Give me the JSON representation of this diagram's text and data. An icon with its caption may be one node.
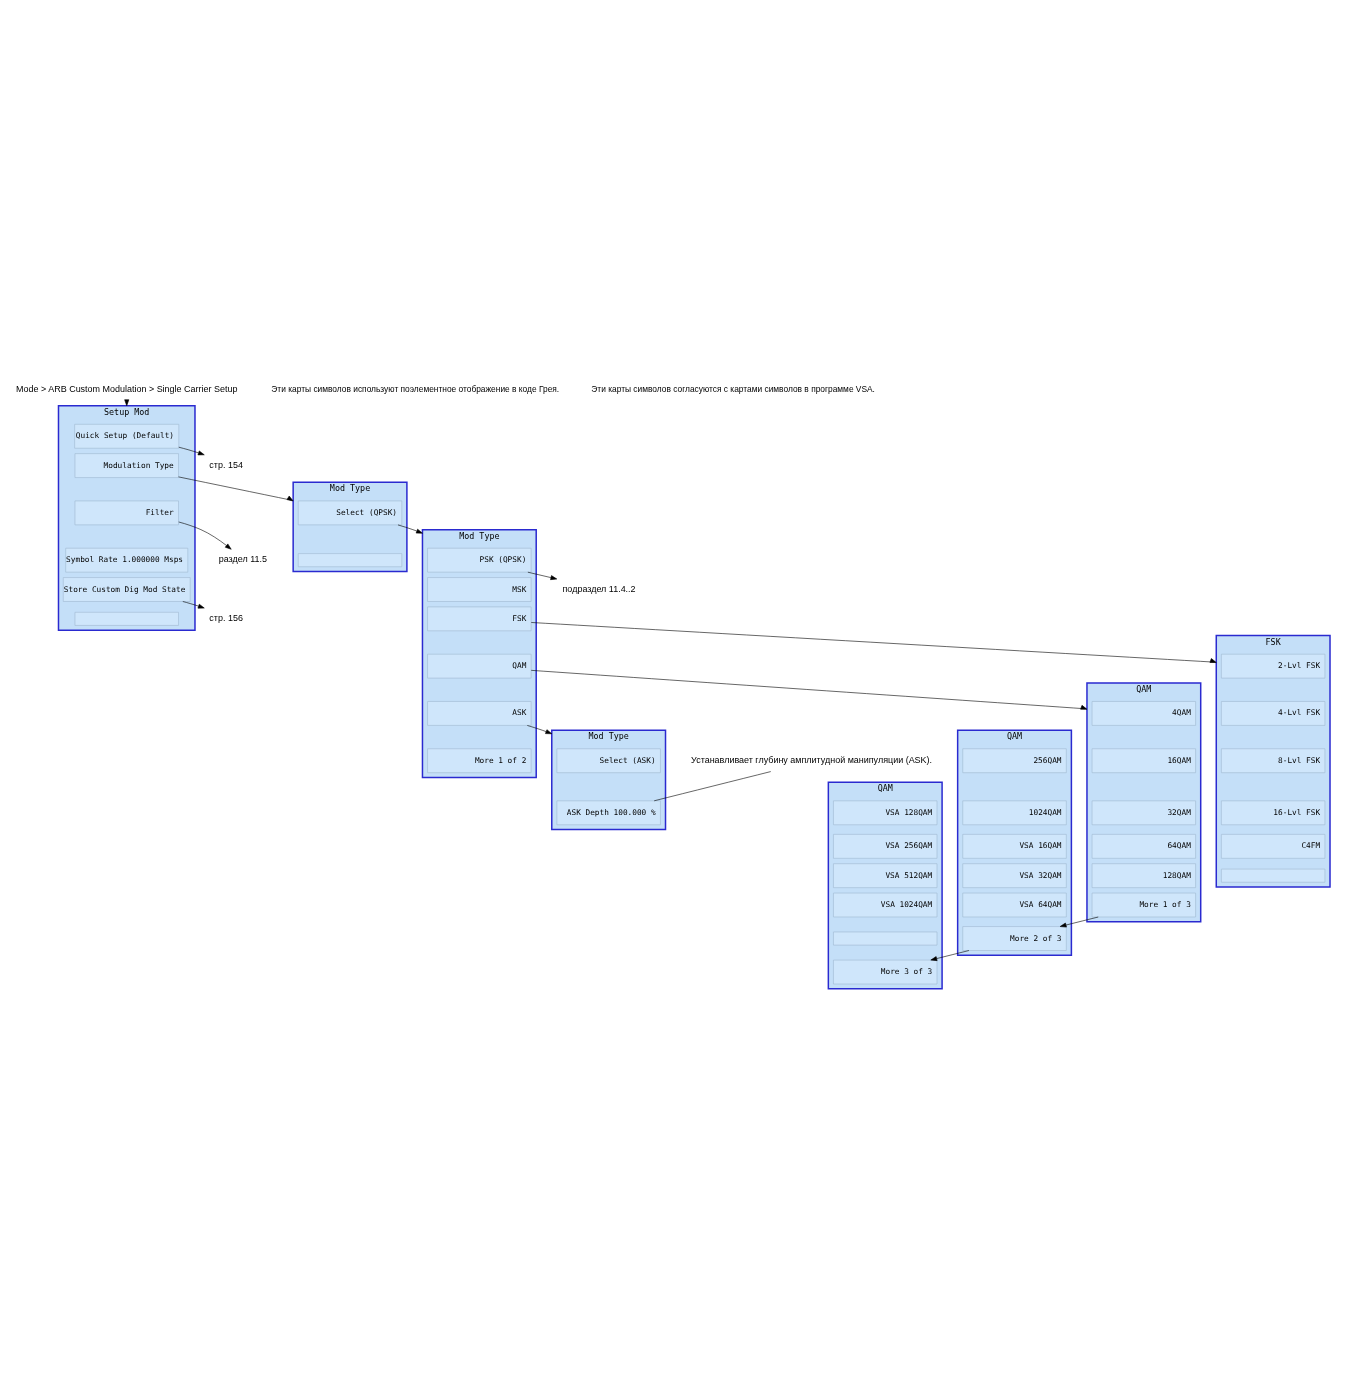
{
  "diagram": {
    "nodes": [
      {
        "text": [
          "Mode > ARB Custom Modulation > Single Carrier Setup"
        ]
      },
      {
        "text": [
          "Setup Mod"
        ]
      },
      {
        "text": [
          "Quick Setup (Default)"
        ],
        "in": 1
      },
      {
        "text": [
          "Modulation Type"
        ],
        "in": 1
      },
      {
        "text": [
          "Filter"
        ],
        "in": 1
      },
      {
        "text": [
          "Symbol Rate 1.000000 Msps"
        ],
        "in": 1
      },
      {
        "text": [
          "Store Custom Dig Mod State"
        ],
        "in": 1
      },
      {
        "text": [],
        "shape": "box",
        "in": 1
      },
      {
        "text": [
          "стр. 154"
        ]
      },
      {
        "text": [
          "раздел 11.5"
        ]
      },
      {
        "text": [
          "стр. 156"
        ]
      },
      {
        "text": [
          "Mod Type"
        ]
      },
      {
        "text": [
          "Select (QPSK)"
        ],
        "in": 11
      },
      {
        "text": [],
        "shape": "box",
        "in": 11
      },
      {
        "text": [
          "Mod Type"
        ]
      },
      {
        "text": [
          "PSK (QPSK)"
        ],
        "in": 14
      },
      {
        "text": [
          "MSK"
        ],
        "in": 14
      },
      {
        "text": [
          "FSK"
        ],
        "in": 14
      },
      {
        "text": [
          "QAM"
        ],
        "in": 14
      },
      {
        "text": [
          "ASK"
        ],
        "in": 14
      },
      {
        "text": [
          "More 1 of 2"
        ],
        "in": 14
      },
      {
        "text": [
          "подраздел 11.4..2"
        ]
      },
      {
        "text": [
          "FSK"
        ]
      },
      {
        "text": [
          "2-Lvl FSK"
        ],
        "in": 22
      },
      {
        "text": [
          "4-Lvl FSK"
        ],
        "in": 22
      },
      {
        "text": [
          "8-Lvl FSK"
        ],
        "in": 22
      },
      {
        "text": [
          "16-Lvl FSK"
        ],
        "in": 22
      },
      {
        "text": [
          "C4FM"
        ],
        "in": 22
      },
      {
        "text": [],
        "shape": "box",
        "in": 22
      },
      {
        "text": [
          "Mod Type"
        ]
      },
      {
        "text": [
          "Select (ASK)"
        ],
        "in": 29
      },
      {
        "text": [
          "ASK Depth 100.000 %"
        ],
        "in": 29
      },
      {
        "text": [
          "Устанавливает глубину амплитудной манипуляции (ASK)."
        ]
      },
      {
        "text": [
          "QAM"
        ]
      },
      {
        "text": [
          "4QAM"
        ],
        "in": 33
      },
      {
        "text": [
          "16QAM"
        ],
        "in": 33
      },
      {
        "text": [
          "32QAM"
        ],
        "in": 33
      },
      {
        "text": [
          "64QAM"
        ],
        "in": 33
      },
      {
        "text": [
          "128QAM"
        ],
        "in": 33
      },
      {
        "text": [
          "More 1 of 3"
        ],
        "in": 33
      },
      {
        "text": [
          "QAM"
        ]
      },
      {
        "text": [
          "256QAM"
        ],
        "in": 40
      },
      {
        "text": [
          "1024QAM"
        ],
        "in": 40
      },
      {
        "text": [
          "VSA 16QAM"
        ],
        "in": 40
      },
      {
        "text": [
          "VSA 32QAM"
        ],
        "in": 40
      },
      {
        "text": [
          "VSA 64QAM"
        ],
        "in": 40
      },
      {
        "text": [
          "More 2 of 3"
        ],
        "in": 40
      },
      {
        "text": [
          "QAM"
        ]
      },
      {
        "text": [
          "VSA 128QAM"
        ],
        "in": 47
      },
      {
        "text": [
          "VSA 256QAM"
        ],
        "in": 47
      },
      {
        "text": [
          "VSA 512QAM"
        ],
        "in": 47
      },
      {
        "text": [
          "VSA 1024QAM"
        ],
        "in": 47
      },
      {
        "text": [],
        "shape": "box",
        "in": 47
      },
      {
        "text": [
          "More 3 of 3"
        ],
        "in": 47
      }
    ],
    "edges": [
      {
        "from": 0,
        "to": 1,
        "arrow": "to"
      },
      {
        "from": 2,
        "to": 8,
        "arrow": "to"
      },
      {
        "from": 3,
        "to": 11,
        "arrow": "to"
      },
      {
        "from": 4,
        "to": 9,
        "arrow": "to"
      },
      {
        "from": 6,
        "to": 10,
        "arrow": "to"
      },
      {
        "from": 12,
        "to": 14,
        "arrow": "to"
      },
      {
        "from": 15,
        "to": 21,
        "arrow": "to"
      },
      {
        "from": 17,
        "to": 22,
        "arrow": "to"
      },
      {
        "from": 18,
        "to": 33,
        "arrow": "to"
      },
      {
        "from": 19,
        "to": 29,
        "arrow": "to"
      },
      {
        "from": 32,
        "to": 31,
        "arrow": "none"
      },
      {
        "from": 39,
        "to": 46,
        "arrow": "to"
      },
      {
        "from": 46,
        "to": 53,
        "arrow": "to"
      }
    ],
    "labels": [
      "Эти карты символов используют поэлементное отображение в коде Грея.",
      "Эти карты символов согласуются с картами символов в программе VSA."
    ]
  }
}
